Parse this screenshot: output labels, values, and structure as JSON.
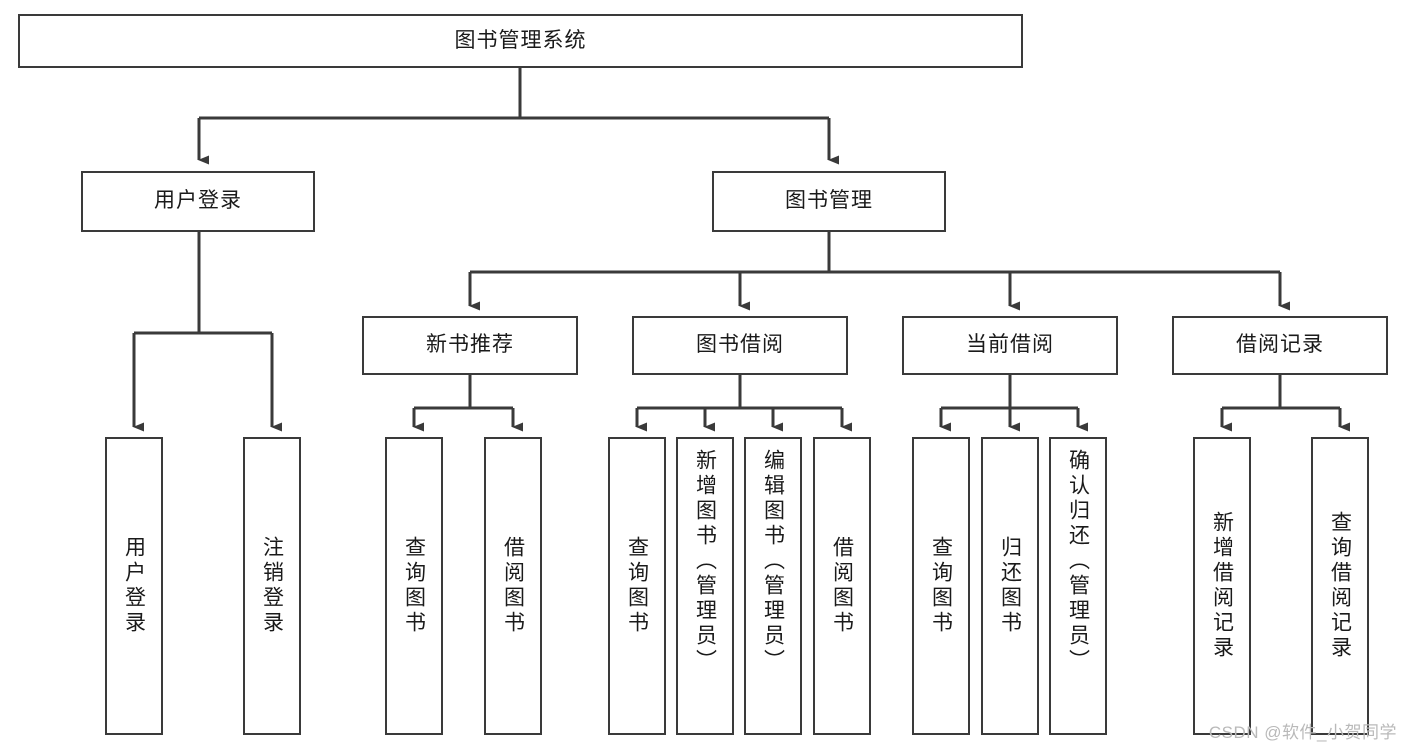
{
  "diagram": {
    "title": "图书管理系统",
    "watermark": "CSDN @软件_小贺同学",
    "colors": {
      "stroke": "#3a3a3a",
      "box_fill": "#ffffff",
      "text": "#1a1a1a",
      "background": "#ffffff",
      "watermark": "#b9b9b9"
    },
    "root": {
      "label": "图书管理系统"
    },
    "level2": [
      {
        "label": "用户登录"
      },
      {
        "label": "图书管理"
      }
    ],
    "level3": [
      {
        "label": "新书推荐"
      },
      {
        "label": "图书借阅"
      },
      {
        "label": "当前借阅"
      },
      {
        "label": "借阅记录"
      }
    ],
    "leaves": {
      "user_login": [
        {
          "label": "用户登录"
        },
        {
          "label": "注销登录"
        }
      ],
      "new_book_recommend": [
        {
          "label": "查询图书"
        },
        {
          "label": "借阅图书"
        }
      ],
      "book_borrow": [
        {
          "label": "查询图书"
        },
        {
          "label": "新增图书（管理员）"
        },
        {
          "label": "编辑图书（管理员）"
        },
        {
          "label": "借阅图书"
        }
      ],
      "current_borrow": [
        {
          "label": "查询图书"
        },
        {
          "label": "归还图书"
        },
        {
          "label": "确认归还（管理员）"
        }
      ],
      "borrow_records": [
        {
          "label": "新增借阅记录"
        },
        {
          "label": "查询借阅记录"
        }
      ]
    }
  }
}
